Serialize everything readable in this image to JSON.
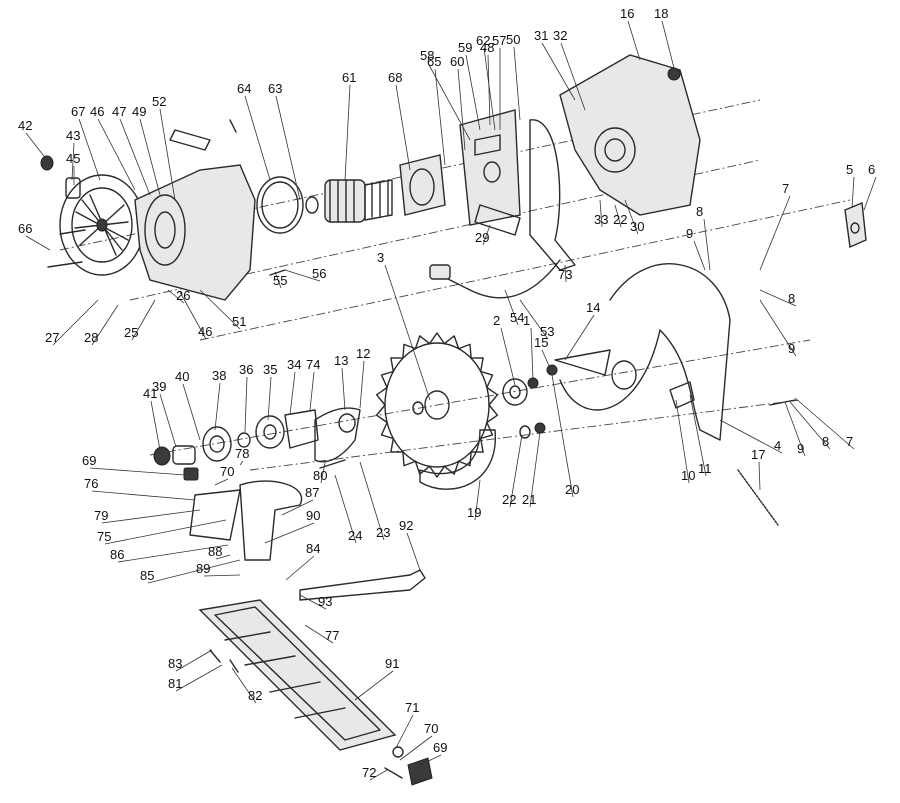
{
  "callouts": [
    {
      "n": "42"
    },
    {
      "n": "43"
    },
    {
      "n": "45"
    },
    {
      "n": "66"
    },
    {
      "n": "67"
    },
    {
      "n": "46"
    },
    {
      "n": "47"
    },
    {
      "n": "49"
    },
    {
      "n": "52"
    },
    {
      "n": "64"
    },
    {
      "n": "63"
    },
    {
      "n": "61"
    },
    {
      "n": "68"
    },
    {
      "n": "65"
    },
    {
      "n": "60"
    },
    {
      "n": "58"
    },
    {
      "n": "59"
    },
    {
      "n": "48"
    },
    {
      "n": "62"
    },
    {
      "n": "57"
    },
    {
      "n": "50"
    },
    {
      "n": "31"
    },
    {
      "n": "32"
    },
    {
      "n": "16"
    },
    {
      "n": "18"
    },
    {
      "n": "5"
    },
    {
      "n": "6"
    },
    {
      "n": "7"
    },
    {
      "n": "8"
    },
    {
      "n": "9"
    },
    {
      "n": "9"
    },
    {
      "n": "8"
    },
    {
      "n": "33"
    },
    {
      "n": "22"
    },
    {
      "n": "30"
    },
    {
      "n": "29"
    },
    {
      "n": "73"
    },
    {
      "n": "53"
    },
    {
      "n": "54"
    },
    {
      "n": "56"
    },
    {
      "n": "55"
    },
    {
      "n": "26"
    },
    {
      "n": "51"
    },
    {
      "n": "46"
    },
    {
      "n": "25"
    },
    {
      "n": "28"
    },
    {
      "n": "27"
    },
    {
      "n": "3"
    },
    {
      "n": "2"
    },
    {
      "n": "1"
    },
    {
      "n": "15"
    },
    {
      "n": "14"
    },
    {
      "n": "41"
    },
    {
      "n": "39"
    },
    {
      "n": "40"
    },
    {
      "n": "38"
    },
    {
      "n": "36"
    },
    {
      "n": "35"
    },
    {
      "n": "34"
    },
    {
      "n": "74"
    },
    {
      "n": "13"
    },
    {
      "n": "12"
    },
    {
      "n": "69"
    },
    {
      "n": "78"
    },
    {
      "n": "70"
    },
    {
      "n": "76"
    },
    {
      "n": "80"
    },
    {
      "n": "87"
    },
    {
      "n": "79"
    },
    {
      "n": "75"
    },
    {
      "n": "90"
    },
    {
      "n": "86"
    },
    {
      "n": "88"
    },
    {
      "n": "85"
    },
    {
      "n": "89"
    },
    {
      "n": "84"
    },
    {
      "n": "24"
    },
    {
      "n": "23"
    },
    {
      "n": "19"
    },
    {
      "n": "22"
    },
    {
      "n": "21"
    },
    {
      "n": "20"
    },
    {
      "n": "10"
    },
    {
      "n": "11"
    },
    {
      "n": "17"
    },
    {
      "n": "4"
    },
    {
      "n": "9"
    },
    {
      "n": "8"
    },
    {
      "n": "7"
    },
    {
      "n": "92"
    },
    {
      "n": "93"
    },
    {
      "n": "77"
    },
    {
      "n": "83"
    },
    {
      "n": "81"
    },
    {
      "n": "82"
    },
    {
      "n": "91"
    },
    {
      "n": "71"
    },
    {
      "n": "70"
    },
    {
      "n": "69"
    },
    {
      "n": "72"
    }
  ]
}
